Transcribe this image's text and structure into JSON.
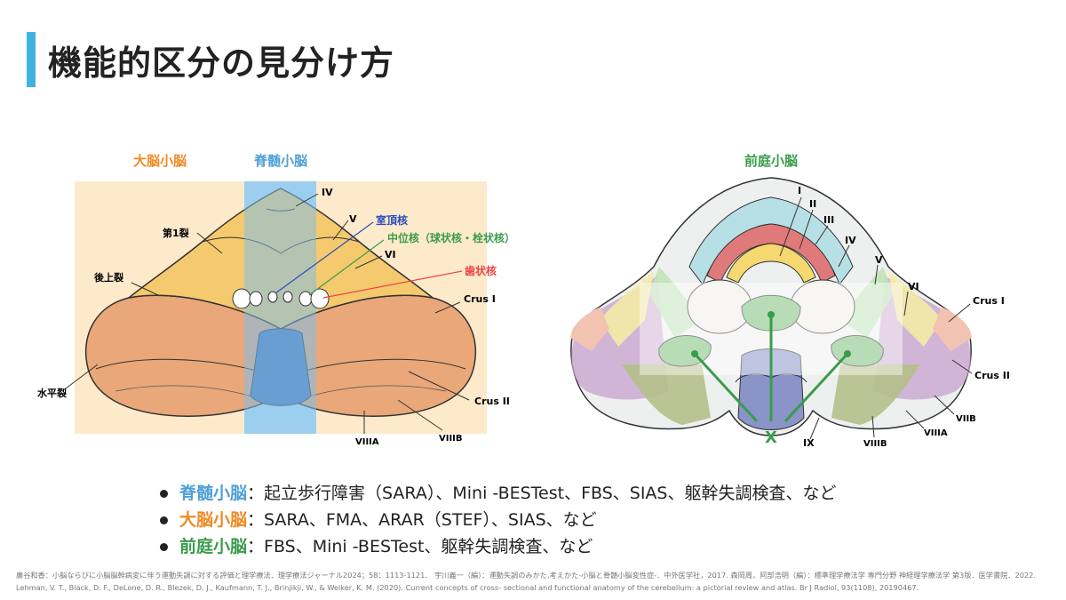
{
  "title": "機能的区分の見分け方",
  "colors": {
    "spinocerebellum": "#4f9fd6",
    "cerebrocerebellum": "#f08a24",
    "vestibulocerebellum": "#3a9c4a",
    "accent_bar": "#3fb3e0"
  },
  "left_figure": {
    "zone_labels": {
      "cerebro": "大脳小脳",
      "spino": "脊髄小脳"
    },
    "labels": {
      "iv": "IV",
      "v": "V",
      "vi": "VI",
      "fissure1": "第1裂",
      "superior_posterior": "後上裂",
      "horizontal": "水平裂",
      "crus1": "Crus I",
      "crus2": "Crus II",
      "viiia": "VIIIA",
      "viiib": "VIIIB"
    },
    "nuclei": {
      "fastigial": "室頂核",
      "interposed": "中位核（球状核・栓状核）",
      "dentate": "歯状核"
    }
  },
  "right_figure": {
    "zone_label": "前庭小脳",
    "labels": {
      "i": "I",
      "ii": "II",
      "iii": "III",
      "iv": "IV",
      "v": "V",
      "vi": "VI",
      "crus1": "Crus I",
      "crus2": "Crus II",
      "viib": "VIIB",
      "viiia": "VIIIA",
      "viiib": "VIIIB",
      "ix": "IX",
      "x": "X"
    }
  },
  "bullets": [
    {
      "keyword": "脊髄小脳",
      "text": "：起立歩行障害（SARA）、Mini -BESTest、FBS、SIAS、躯幹失調検査、など"
    },
    {
      "keyword": "大脳小脳",
      "text": "：SARA、FMA、ARAR（STEF）、SIAS、など"
    },
    {
      "keyword": "前庭小脳",
      "text": "：FBS、Mini -BESTest、躯幹失調検査、など"
    }
  ],
  "references": [
    "廣谷和香：小脳ならびに小脳脳幹病変に伴う運動失調に対する評価と理学療法．理学療法ジャーナル2024；58：1113-1121． 宇川義一（編）：運動失調のみかた,考えかた-小脳と脊髄小脳変性症-．中外医学社，2017. 森岡周，阿部浩明（編）：標準理学療法学 専門分野 神経理学療法学 第3版．医学書院．2022.",
    "Lehman, V. T., Black, D. F., DeLone, D. R., Blezek, D. J., Kaufmann, T. J., Brinjikji, W., & Welker, K. M. (2020). Current concepts of cross- sectional and functional anatomy of the cerebellum: a pictorial review and atlas. Br J Radiol, 93(1108), 20190467."
  ]
}
